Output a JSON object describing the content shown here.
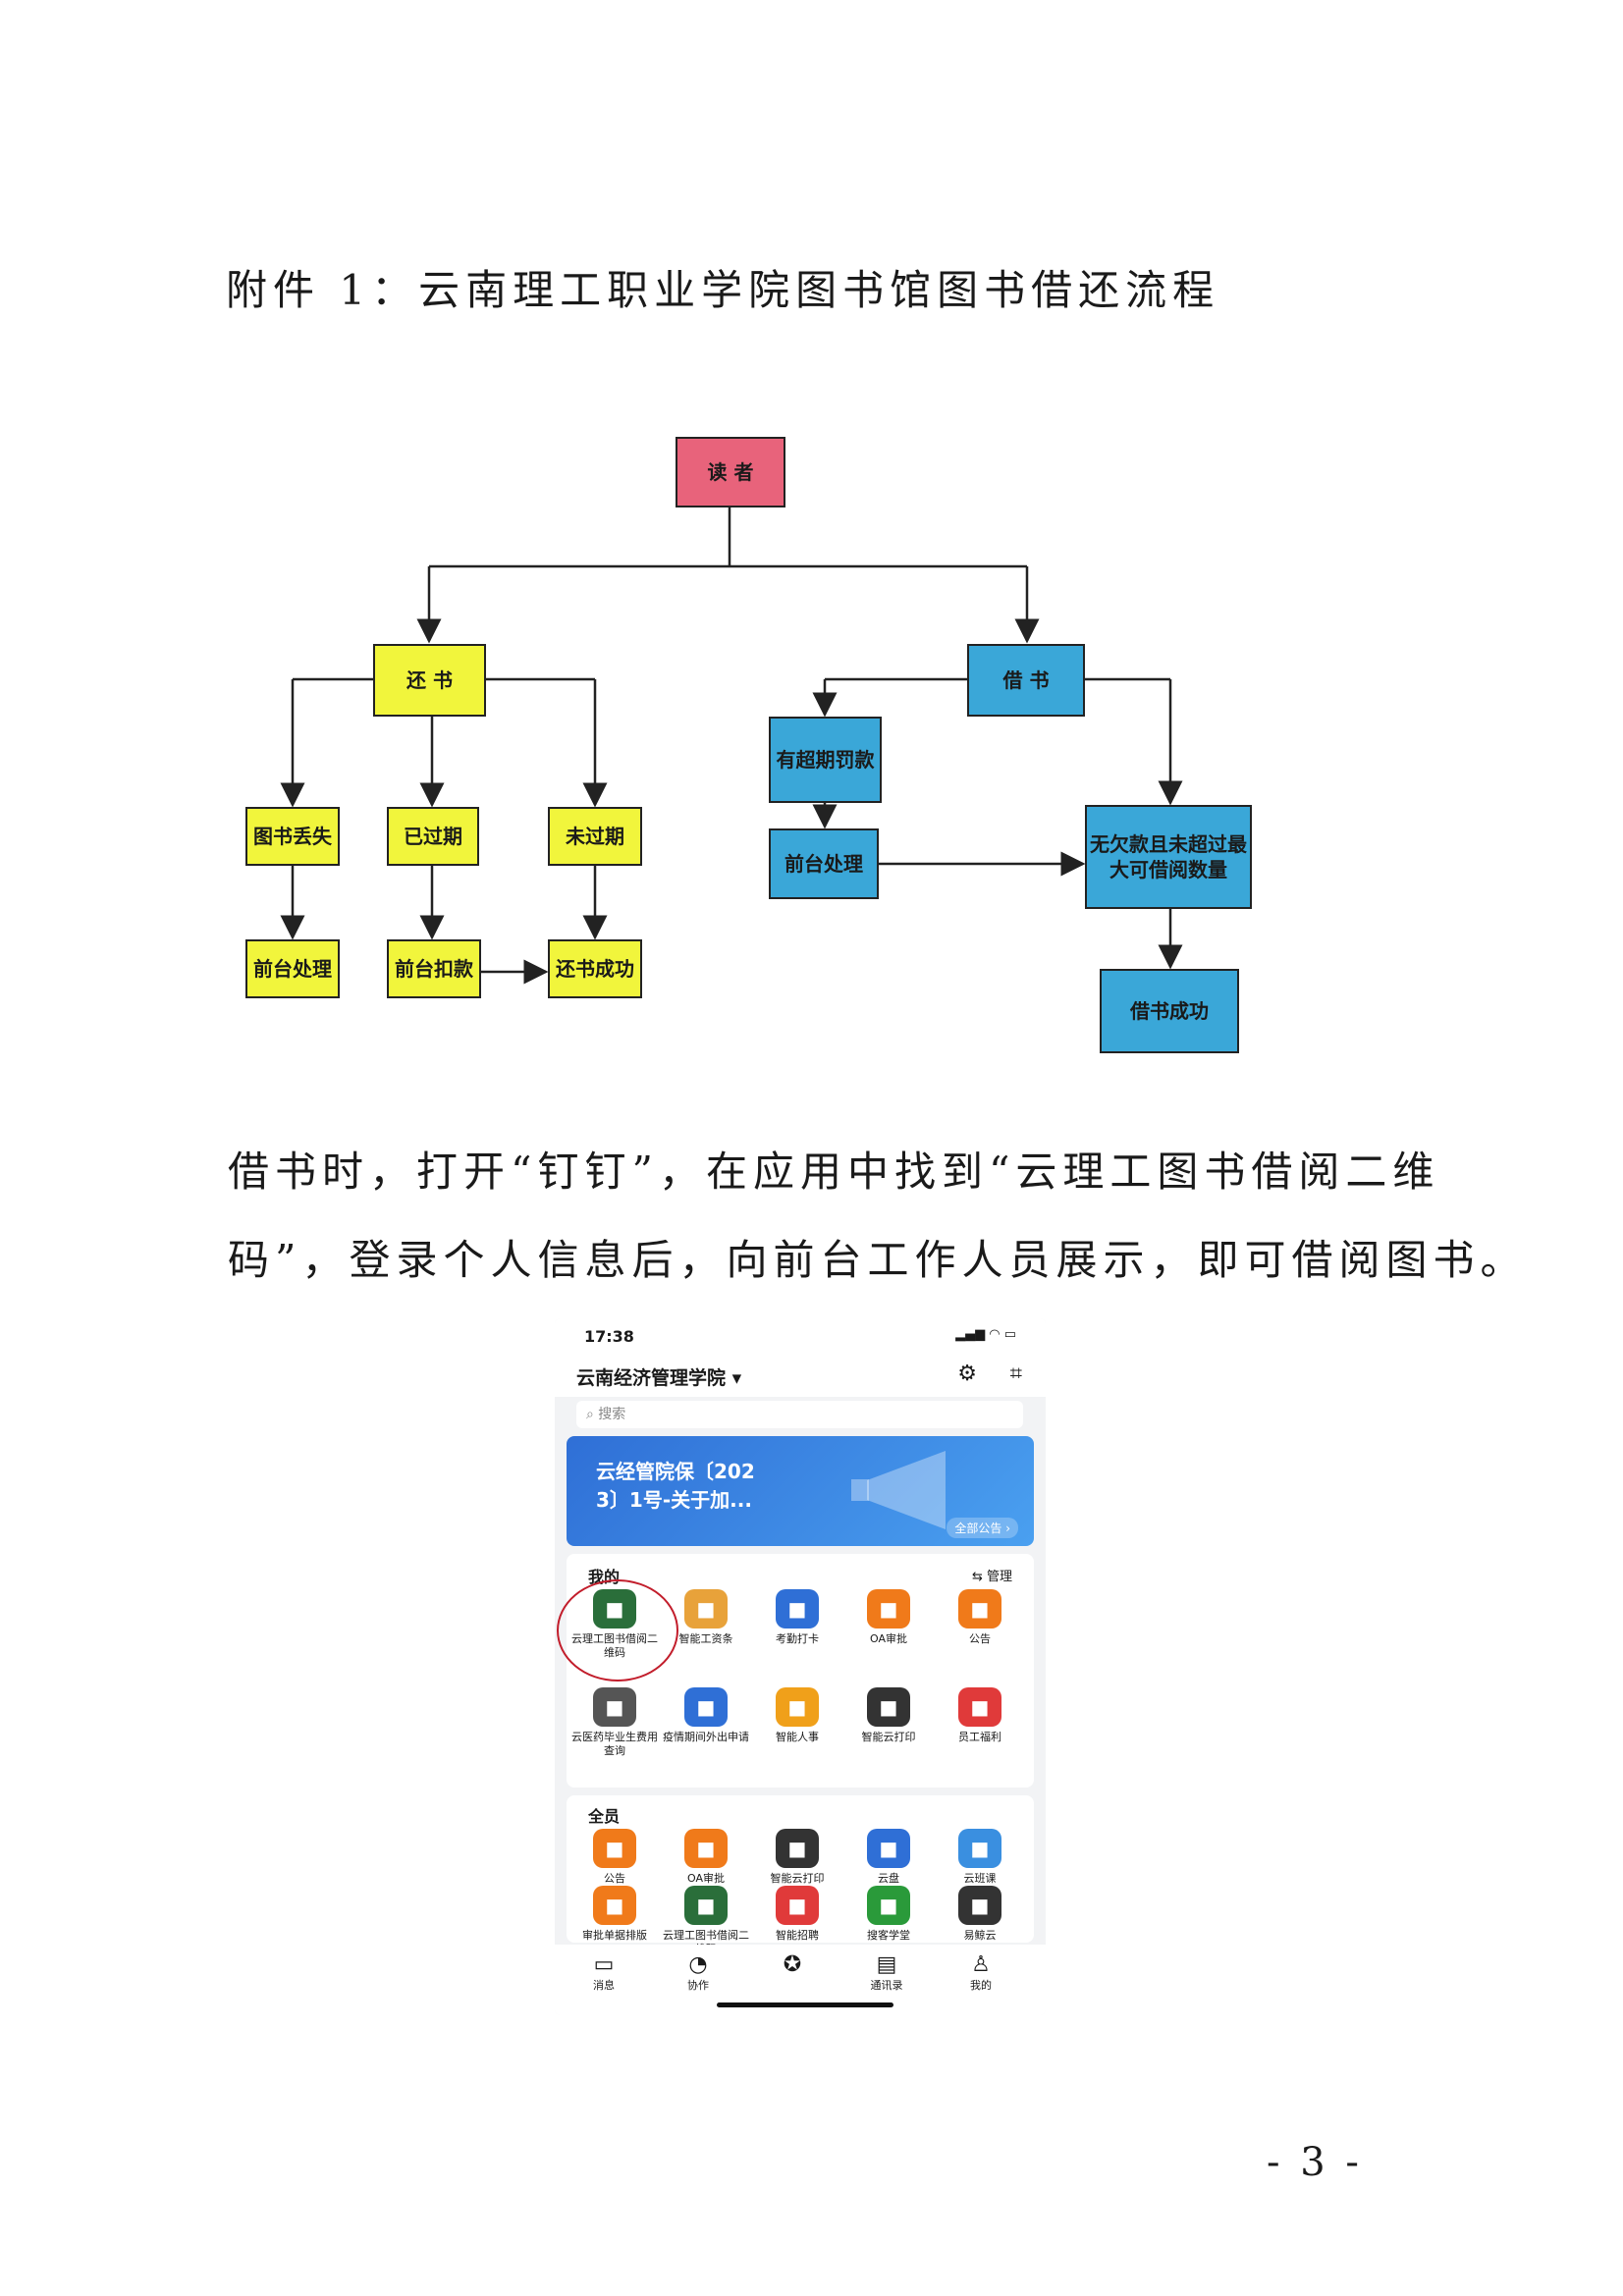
{
  "heading": "附件 1：云南理工职业学院图书馆图书借还流程",
  "flowchart": {
    "reader": "读 者",
    "return": "还 书",
    "borrow": "借 书",
    "lost": "图书丢失",
    "expired": "已过期",
    "not_expired": "未过期",
    "front_desk_1": "前台处理",
    "deduct": "前台扣款",
    "return_success": "还书成功",
    "overdue_fine": "有超期罚款",
    "front_desk_2": "前台处理",
    "no_debt_line1": "无欠款且未超过最",
    "no_debt_line2": "大可借阅数量",
    "borrow_success": "借书成功"
  },
  "paragraph": {
    "line1": "借书时，打开“钉钉”，在应用中找到“云理工图书借阅二维",
    "line2": "码”，登录个人信息后，向前台工作人员展示，即可借阅图书。"
  },
  "phone": {
    "time": "17:38",
    "org": "云南经济管理学院",
    "search": "搜索",
    "banner_line1": "云经管院保〔202",
    "banner_line2": "3〕1号-关于加...",
    "banner_button": "全部公告 ›",
    "my_section": "我的",
    "manage": "管理",
    "my_apps": [
      {
        "label": "云理工图书借阅二维码",
        "icon": "library-qr-icon",
        "color": "#2a6e3a"
      },
      {
        "label": "智能工资条",
        "icon": "payslip-icon",
        "color": "#e8a23a"
      },
      {
        "label": "考勤打卡",
        "icon": "checkin-icon",
        "color": "#2f6fd6"
      },
      {
        "label": "OA审批",
        "icon": "approval-icon",
        "color": "#f07a1a"
      },
      {
        "label": "公告",
        "icon": "announce-icon",
        "color": "#f07a1a"
      },
      {
        "label": "云医药毕业生费用查询",
        "icon": "fee-query-icon",
        "color": "#555555"
      },
      {
        "label": "疫情期间外出申请",
        "icon": "outing-icon",
        "color": "#2f6fd6"
      },
      {
        "label": "智能人事",
        "icon": "hr-icon",
        "color": "#f0a01a"
      },
      {
        "label": "智能云打印",
        "icon": "print-icon",
        "color": "#333333"
      },
      {
        "label": "员工福利",
        "icon": "welfare-icon",
        "color": "#e03a3a"
      }
    ],
    "all_section": "全员",
    "all_apps": [
      {
        "label": "公告",
        "icon": "announce-icon",
        "color": "#f07a1a"
      },
      {
        "label": "OA审批",
        "icon": "approval-icon",
        "color": "#f07a1a"
      },
      {
        "label": "智能云打印",
        "icon": "print-icon",
        "color": "#333333"
      },
      {
        "label": "云盘",
        "icon": "cloud-drive-icon",
        "color": "#2f6fd6"
      },
      {
        "label": "云班课",
        "icon": "cloud-class-icon",
        "color": "#3a8fe0"
      },
      {
        "label": "审批单据排版",
        "icon": "form-icon",
        "color": "#f07a1a"
      },
      {
        "label": "云理工图书借阅二维码",
        "icon": "library-qr-icon",
        "color": "#2a6e3a"
      },
      {
        "label": "智能招聘",
        "icon": "recruit-icon",
        "color": "#e03a3a"
      },
      {
        "label": "搜客学堂",
        "icon": "study-icon",
        "color": "#2a9a3a"
      },
      {
        "label": "易鲸云",
        "icon": "whale-icon",
        "color": "#333333"
      }
    ],
    "tabs": [
      {
        "label": "消息",
        "icon": "message-icon"
      },
      {
        "label": "协作",
        "icon": "collab-icon"
      },
      {
        "label": "",
        "icon": "home-logo-icon"
      },
      {
        "label": "通讯录",
        "icon": "contacts-icon"
      },
      {
        "label": "我的",
        "icon": "profile-icon"
      }
    ]
  },
  "page_number": "- 3 -"
}
